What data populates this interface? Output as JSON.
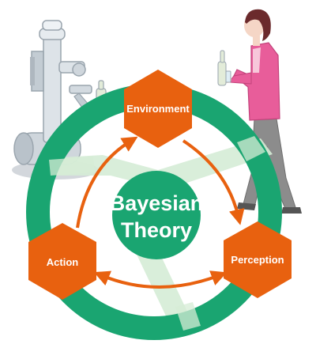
{
  "center": {
    "line1": "Bayesian",
    "line2": "Theory"
  },
  "nodes": {
    "environment": "Environment",
    "perception": "Perception",
    "action": "Action"
  },
  "colors": {
    "ring": "#1aa571",
    "ring_inner": "#ffffff",
    "center_circle": "#1aa571",
    "node_fill": "#e8610f",
    "arrow": "#e8610f",
    "light_band": "#d5ecd6",
    "robot_gray": "#cfd6dc",
    "robot_shadow": "#aeb7bf",
    "woman_jacket": "#e85d9a",
    "woman_pants": "#8c8c8c",
    "woman_hair": "#6b2a2c"
  },
  "icons": {
    "robot": "robot-arm-illustration",
    "woman": "woman-with-bottle-illustration"
  }
}
